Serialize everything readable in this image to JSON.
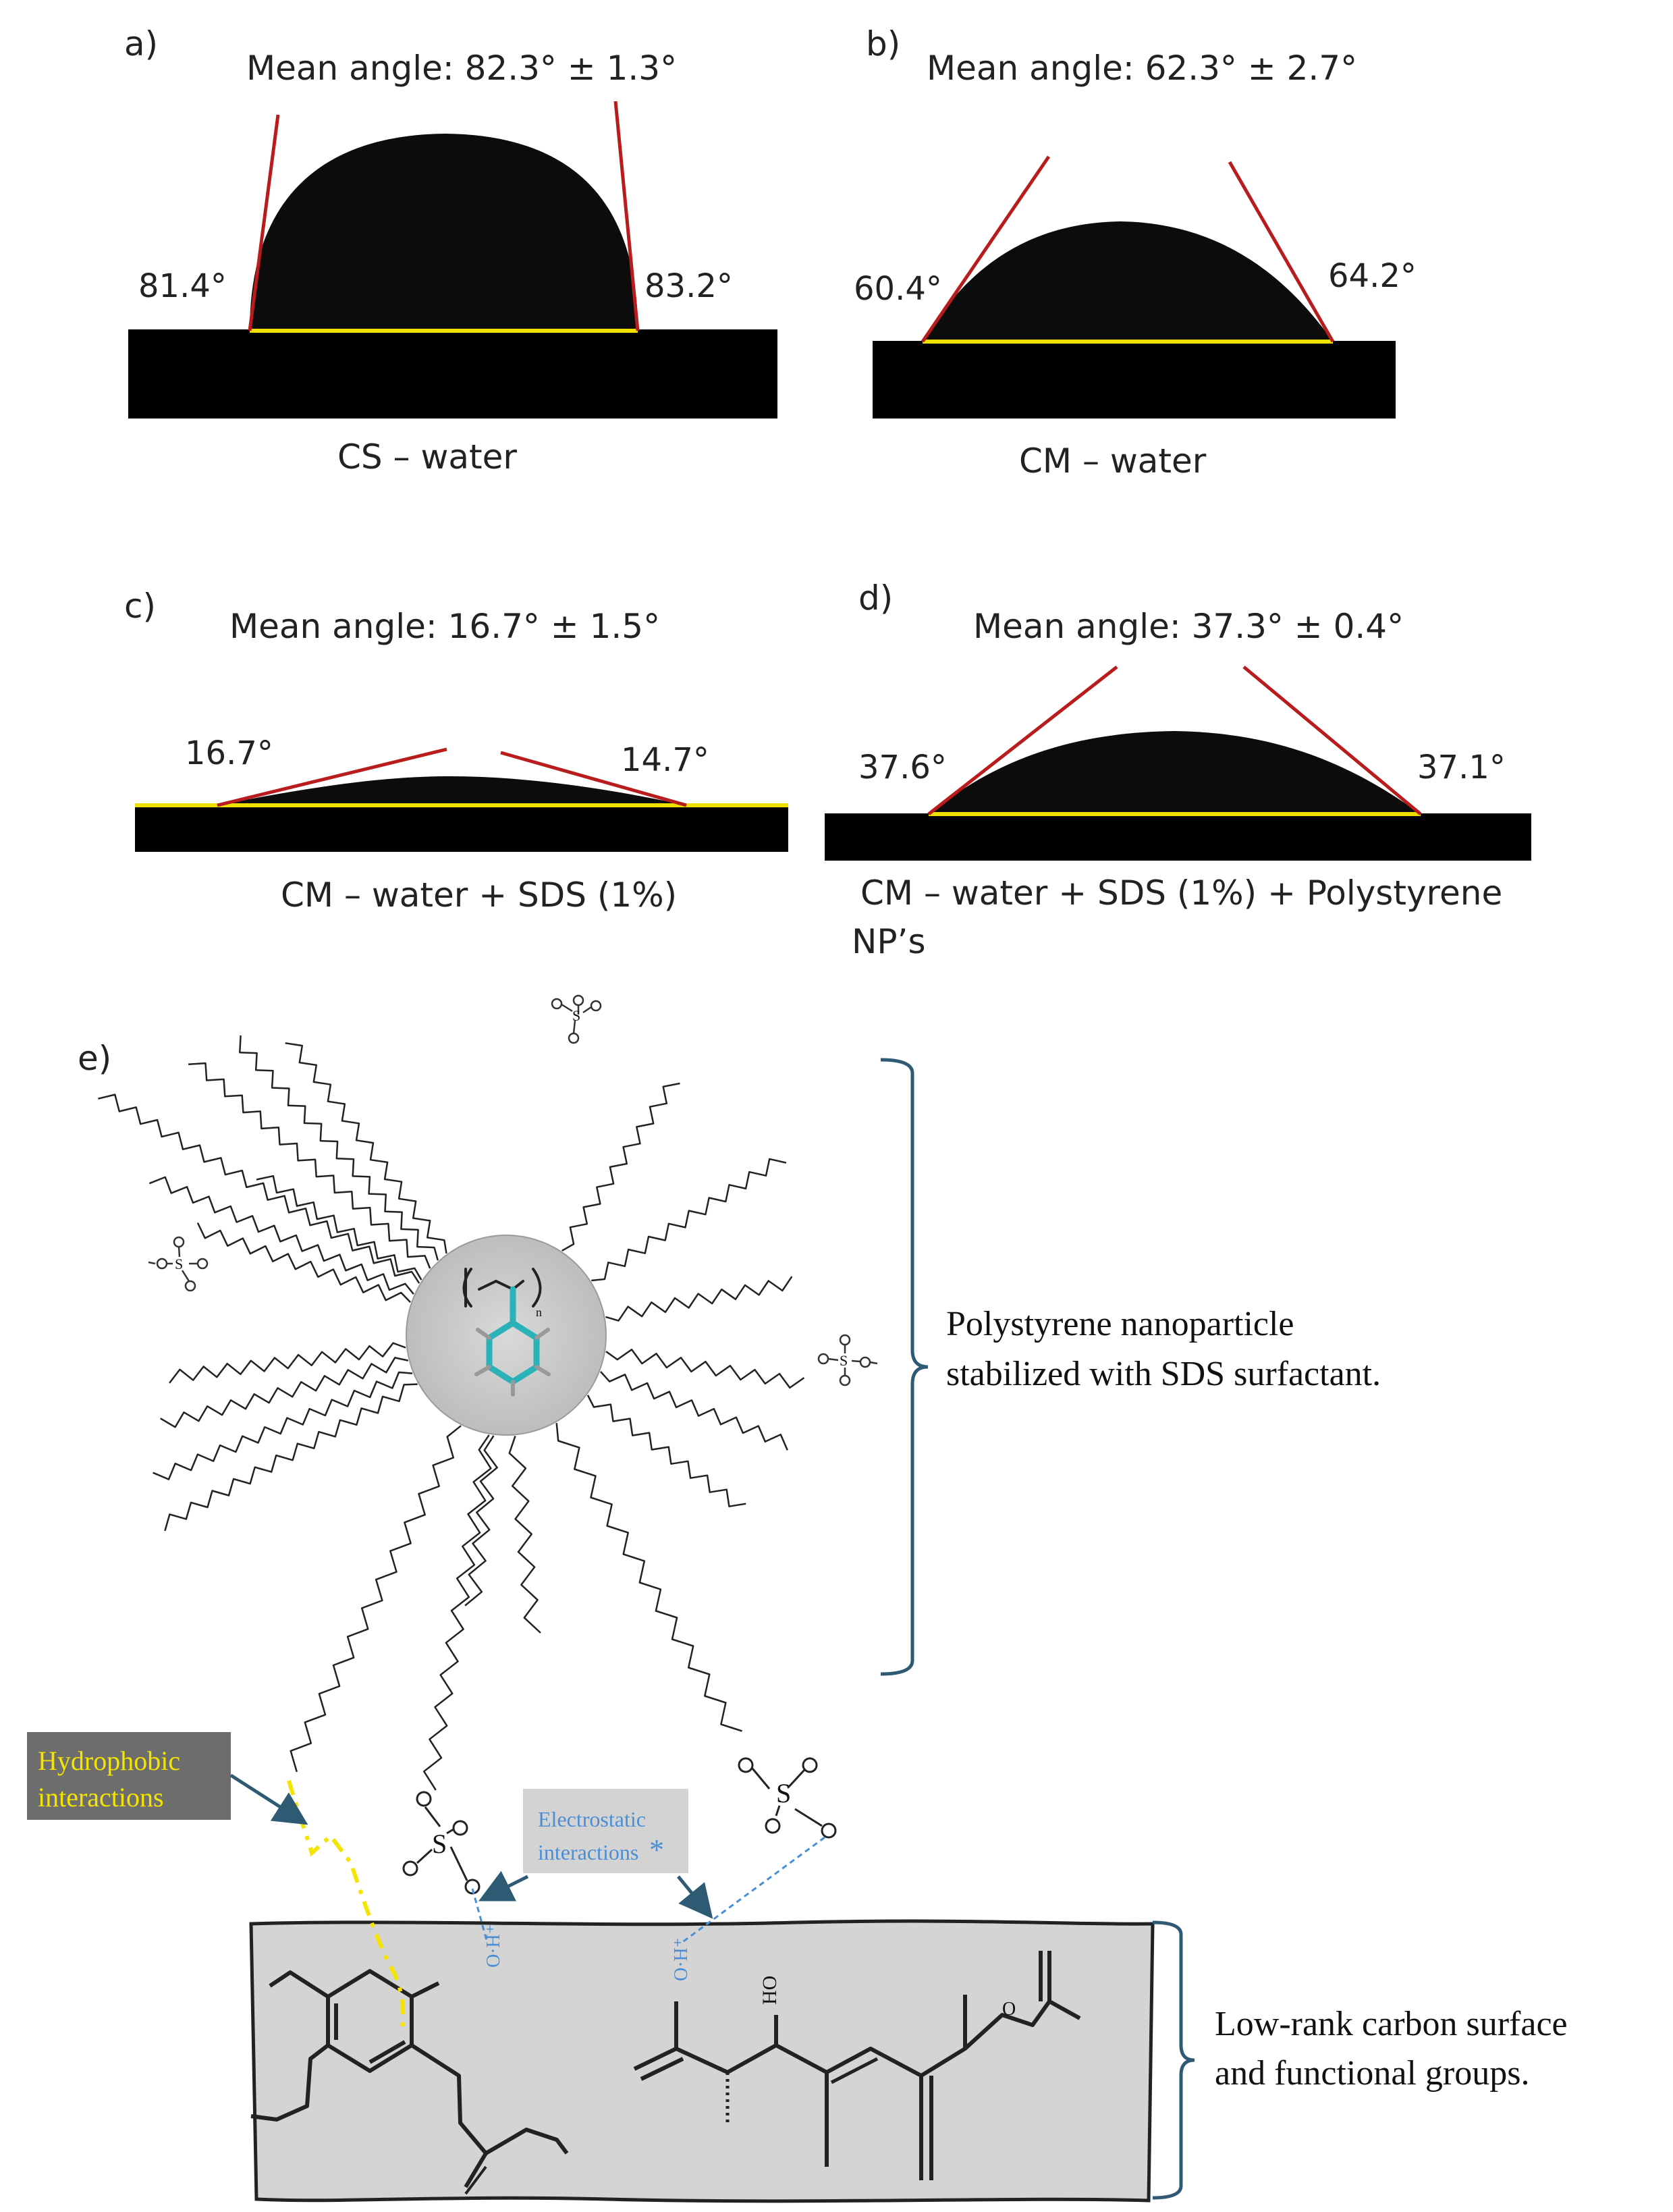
{
  "panels": [
    {
      "letter": "a)",
      "mean": "Mean angle: 82.3° ± 1.3°",
      "left_angle": "81.4°",
      "right_angle": "83.2°",
      "caption": "CS – water"
    },
    {
      "letter": "b)",
      "mean": "Mean angle: 62.3° ± 2.7°",
      "left_angle": "60.4°",
      "right_angle": "64.2°",
      "caption": "CM – water"
    },
    {
      "letter": "c)",
      "mean": "Mean angle: 16.7° ± 1.5°",
      "left_angle": "16.7°",
      "right_angle": "14.7°",
      "caption": "CM – water + SDS (1%)"
    },
    {
      "letter": "d)",
      "mean": "Mean angle: 37.3° ± 0.4°",
      "left_angle": "37.6°",
      "right_angle": "37.1°",
      "caption_line1": "CM – water + SDS (1%) + Polystyrene",
      "caption_line2": "NP’s"
    }
  ],
  "scheme": {
    "letter": "e)",
    "nanoparticle_label_line1": "Polystyrene nanoparticle",
    "nanoparticle_label_line2": "stabilized with SDS surfactant.",
    "surface_label_line1": "Low-rank carbon surface",
    "surface_label_line2": "and functional groups.",
    "hydrophobic_line1": "Hydrophobic",
    "hydrophobic_line2": "interactions",
    "electrostatic_line1": "Electrostatic",
    "electrostatic_line2": "interactions",
    "electrostatic_mark": "*",
    "polymer_subscript": "n",
    "sulfur": "S",
    "oxygen": "O",
    "proton_label": "O·H⁺",
    "hydroxyl": "HO"
  },
  "colors": {
    "tangent": "#b81c1c",
    "baseline": "#f0e000",
    "bracket": "#2f5a74",
    "hydrophobic_text": "#f5e400",
    "hydrophobic_box": "#6d6d6d",
    "electrostatic_text": "#4a8fd6",
    "electrostatic_box": "#d3d3d3",
    "surface_fill": "#d4d4d4",
    "teal": "#2bb1b8"
  }
}
